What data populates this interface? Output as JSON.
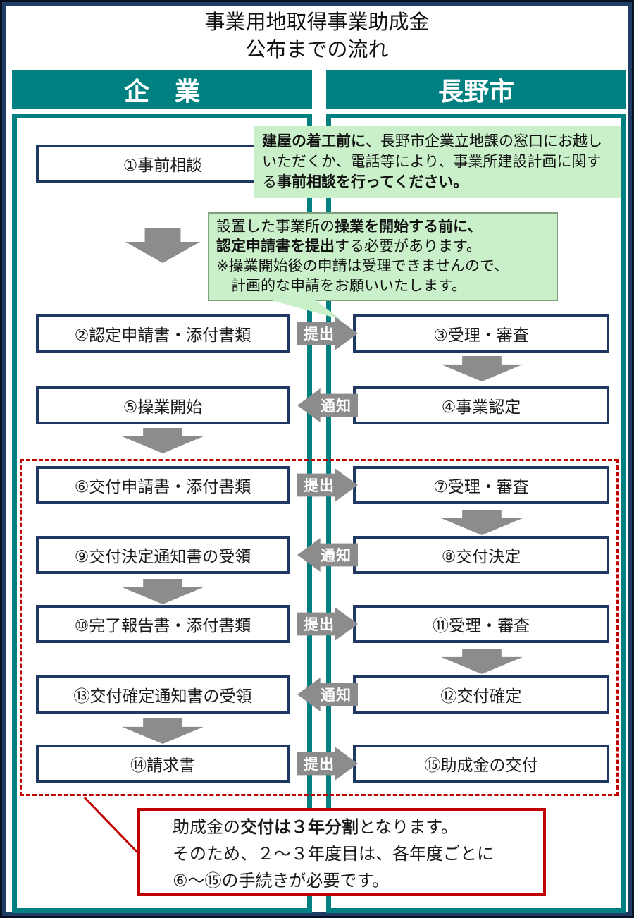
{
  "page": {
    "title_line1": "事業用地取得事業助成金",
    "title_line2": "公布までの流れ"
  },
  "columns": {
    "company": "企　業",
    "city": "長野市"
  },
  "flow": {
    "company_boxes": [
      "①事前相談",
      "②認定申請書・添付書類",
      "⑤操業開始",
      "⑥交付申請書・添付書類",
      "⑨交付決定通知書の受領",
      "⑩完了報告書・添付書類",
      "⑬交付確定通知書の受領",
      "⑭請求書"
    ],
    "city_boxes": [
      "③受理・審査",
      "④事業認定",
      "⑦受理・審査",
      "⑧交付決定",
      "⑪受理・審査",
      "⑫交付確定",
      "⑮助成金の交付"
    ],
    "connectors": [
      "提出",
      "通知",
      "提出",
      "通知",
      "提出",
      "通知",
      "提出"
    ]
  },
  "callouts": {
    "pre_consult": {
      "segments": [
        {
          "text": "建屋の着工前に",
          "bold": true
        },
        {
          "text": "、長野市企業立地課の窓口にお越しいただくか、電話等により、事業所建設計画に関する",
          "bold": false
        },
        {
          "text": "事前相談を行ってください。",
          "bold": true
        }
      ]
    },
    "before_operation": {
      "line1": [
        {
          "text": "設置した事業所の",
          "bold": false
        },
        {
          "text": "操業を開始する前に、",
          "bold": true
        }
      ],
      "line2": [
        {
          "text": "認定申請書を提出",
          "bold": true
        },
        {
          "text": "する必要があります。",
          "bold": false
        }
      ],
      "line3": "※操業開始後の申請は受理できませんので、",
      "line4": "　計画的な申請をお願いいたします。"
    },
    "three_year_note": {
      "line1": [
        {
          "text": "助成金の",
          "bold": false
        },
        {
          "text": "交付は３年分割",
          "bold": true
        },
        {
          "text": "となります。",
          "bold": false
        }
      ],
      "line2": "そのため、２～３年度目は、各年度ごとに",
      "line3": "⑥～⑮の手続きが必要です。"
    }
  },
  "colors": {
    "teal": "#008080",
    "box_border_navy": "#1f3864",
    "arrow_gray": "#8c8c8c",
    "callout_green": "#c9f0c9",
    "alert_red": "#c00000"
  }
}
